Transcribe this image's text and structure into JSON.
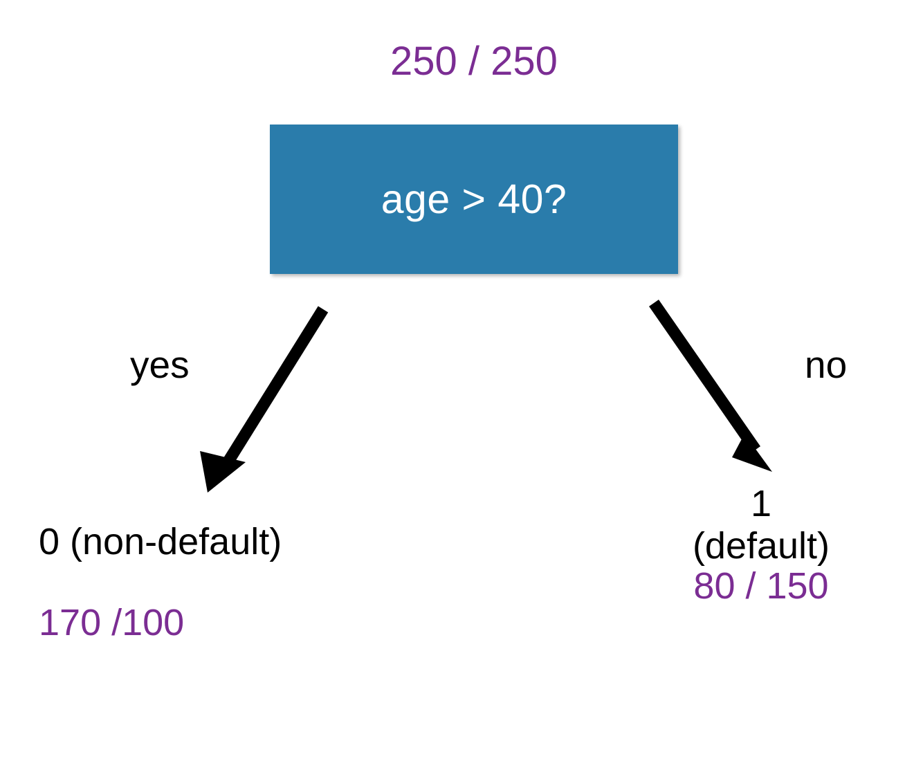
{
  "diagram": {
    "type": "decision-tree",
    "title_text": "",
    "colors": {
      "box_fill": "#2A7CAB",
      "box_text": "#FFFFFF",
      "count_text": "#7B2D93",
      "label_text": "#000000",
      "background": "#FFFFFF",
      "arrow": "#000000"
    },
    "root": {
      "count_label": "250 / 250",
      "condition": "age > 40?"
    },
    "edges": [
      {
        "label": "yes",
        "side": "left"
      },
      {
        "label": "no",
        "side": "right"
      }
    ],
    "leaves": [
      {
        "side": "left",
        "class_label": "0  (non-default)",
        "count_label": "170 /100"
      },
      {
        "side": "right",
        "class_value": "1",
        "class_name": "(default)",
        "count_label": "80 / 150"
      }
    ]
  }
}
